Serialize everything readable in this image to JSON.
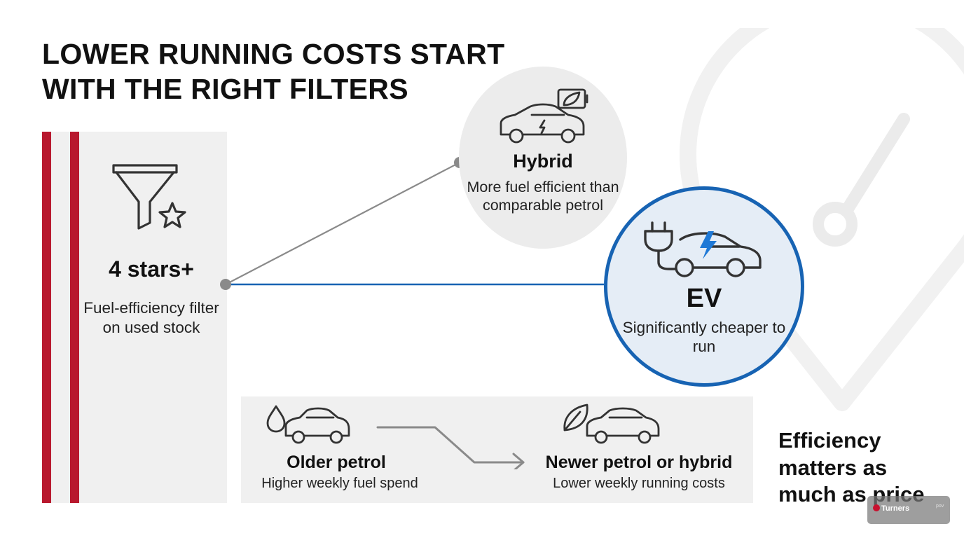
{
  "title": {
    "line1": "LOWER RUNNING COSTS START",
    "line2": "WITH THE RIGHT FILTERS"
  },
  "filter": {
    "heading": "4 stars+",
    "description": "Fuel-efficiency filter on used stock",
    "icon": "funnel-star-icon"
  },
  "hybrid": {
    "heading": "Hybrid",
    "description": "More fuel efficient than comparable petrol",
    "icon": "hybrid-car-battery-icon"
  },
  "ev": {
    "heading": "EV",
    "description": "Significantly cheaper to run",
    "icon": "ev-plug-car-icon"
  },
  "comparison": {
    "from": {
      "heading": "Older petrol",
      "description": "Higher weekly fuel spend",
      "icon": "petrol-drop-car-icon"
    },
    "to": {
      "heading": "Newer petrol or hybrid",
      "description": "Lower weekly running costs",
      "icon": "leaf-car-icon"
    }
  },
  "tagline": {
    "line1": "Efficiency",
    "line2": "matters as",
    "line3": "much as price"
  },
  "badge": {
    "logo": "Turners",
    "side_text": "pov"
  },
  "colors": {
    "accent_red": "#b8182e",
    "ev_blue": "#1763b3",
    "panel_gray": "#f0f0f0",
    "connector_gray": "#8a8a8a"
  }
}
